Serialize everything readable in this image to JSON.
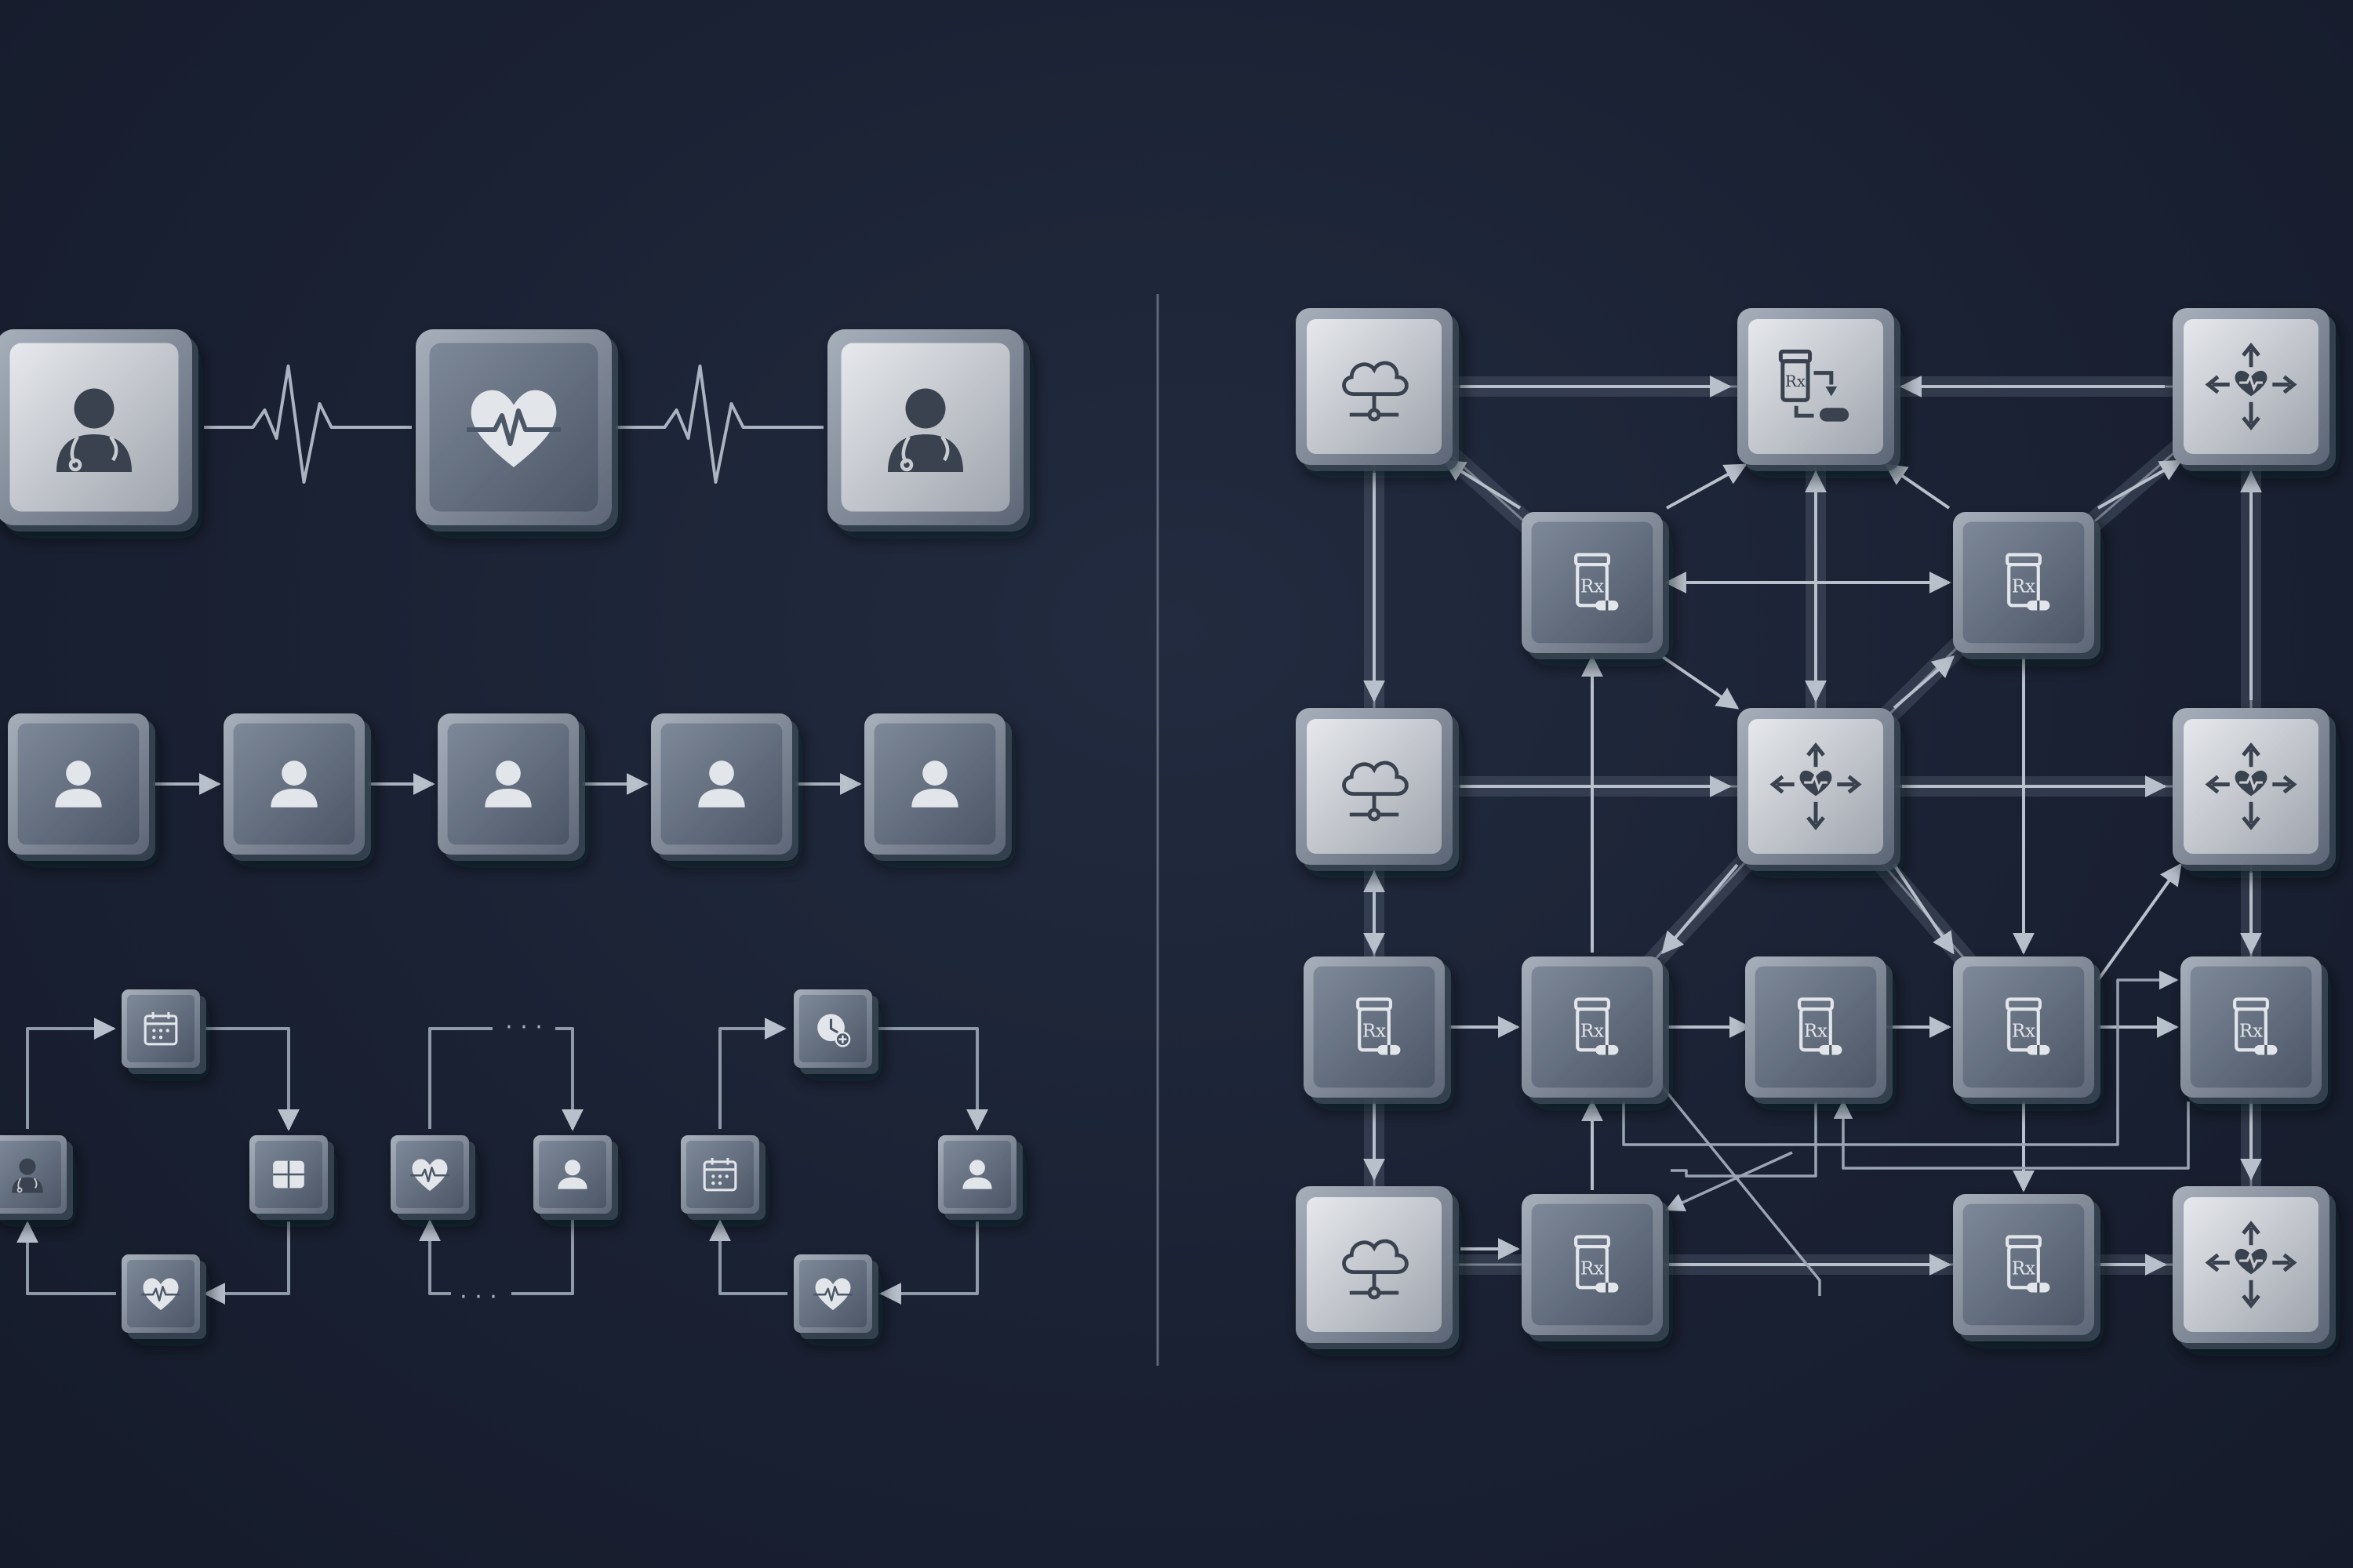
{
  "colors": {
    "background": "#1a2133",
    "tile_silver": "#c9ccd1",
    "tile_slate": "#6c7888",
    "connector": "#8f9aa8",
    "icon_dark": "#3a4250",
    "icon_light": "#e2e5ea"
  },
  "panels": [
    {
      "name": "left-workflow-panel",
      "rows": [
        {
          "name": "row-doctor-heartbeat",
          "tiles": [
            "doctor-icon",
            "heart-pulse-icon",
            "doctor-icon"
          ],
          "connector": "ecg-line"
        },
        {
          "name": "row-patient-chain",
          "tiles": [
            "person-icon",
            "person-icon",
            "person-icon",
            "person-icon",
            "person-icon"
          ],
          "connector": "arrow"
        },
        {
          "name": "row-care-cycles",
          "cycles": [
            [
              "calendar-icon",
              "medical-kit-icon",
              "heart-pulse-icon",
              "doctor-icon"
            ],
            [
              "person-icon",
              "heart-pulse-icon"
            ],
            [
              "clock-plus-icon",
              "person-icon",
              "heart-pulse-icon",
              "calendar-icon"
            ]
          ]
        }
      ]
    },
    {
      "name": "right-network-panel",
      "node_types": [
        "cloud-icon",
        "rx-bottle-icon",
        "hub-arrows-icon",
        "rx-transfer-icon"
      ]
    }
  ],
  "text": {
    "cycle_ellipsis_top": "· · ·",
    "cycle_ellipsis_bottom": "· · ·"
  }
}
